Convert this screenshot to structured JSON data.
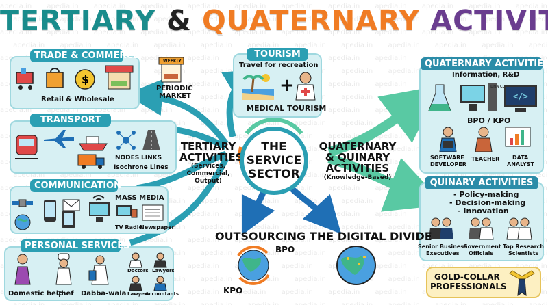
{
  "watermark": "apedia.in",
  "title": {
    "part1": "TERTIARY",
    "amp": "&",
    "part2": "QUATERNARY",
    "part3": "ACTIVITIES"
  },
  "center": {
    "line1": "THE",
    "line2": "SERVICE",
    "line3": "SECTOR"
  },
  "tertiary": {
    "title1": "TERTIARY",
    "title2": "ACTIVITIES",
    "sub1": "(Services,",
    "sub2": "Commercial,",
    "sub3": "Output)"
  },
  "quaternary_center": {
    "line1": "QUATERNARY",
    "line2": "& QUINARY",
    "line3": "ACTIVITIES",
    "sub": "(Knowledge-Based)"
  },
  "trade": {
    "header": "TRADE & COMMERCE",
    "label": "Retail & Wholesale",
    "periodic_sign": "WEEKLY",
    "periodic1": "PERIODIC",
    "periodic2": "MARKET"
  },
  "transport": {
    "header": "TRANSPORT",
    "nodes": "NODES",
    "links": "LINKS",
    "isochrone": "Isochrone Lines"
  },
  "communication": {
    "header": "COMMUNICATION",
    "mass_media": "MASS MEDIA",
    "tv_radio": "TV Radio",
    "newspaper": "Newspaper"
  },
  "personal": {
    "header": "PERSONAL SERVICES",
    "domestic": "Domestic help",
    "chef": "Chef",
    "dabba": "Dabba-wala",
    "doctors": "Doctors",
    "lawyers": "Lawyers",
    "lawyers2": "Lawyers",
    "accountants": "Accountants"
  },
  "tourism": {
    "header": "TOURISM",
    "sub": "Travel for recreation",
    "medical": "MEDICAL TOURISM"
  },
  "quaternary": {
    "header": "QUATERNARY ACTIVITIES",
    "sub": "Information, R&D",
    "bpo_kpo": "BPO / KPO",
    "dev1": "SOFTWARE",
    "dev2": "DEVELOPER",
    "teacher": "TEACHER",
    "analyst1": "DATA",
    "analyst2": "ANALYST",
    "code_tag": "DNA CODE"
  },
  "quinary": {
    "header": "QUINARY ACTIVITIES",
    "item1": "- Policy-making",
    "item2": "- Decision-making",
    "item3": "- Innovation",
    "p1a": "Senior Business",
    "p1b": "Executives",
    "p2a": "Government",
    "p2b": "Officials",
    "p3a": "Top Research",
    "p3b": "Scientists"
  },
  "outsourcing": {
    "title": "OUTSOURCING",
    "bpo": "BPO",
    "kpo": "KPO"
  },
  "divide": {
    "title": "THE DIGITAL DIVIDE"
  },
  "gold": {
    "line1": "GOLD-COLLAR",
    "line2": "PROFESSIONALS"
  },
  "colors": {
    "teal": "#2b9fb3",
    "orange": "#f07c24",
    "purple": "#6a3d8f",
    "green": "#3fb58a",
    "blue": "#1f6fb5"
  }
}
